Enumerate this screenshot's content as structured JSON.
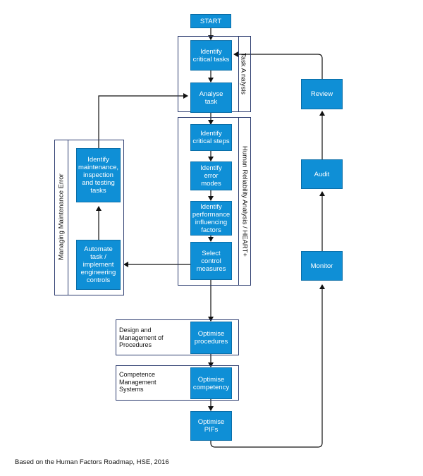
{
  "nodes": {
    "start": "START",
    "identify_critical_tasks": "Identify\ncritical tasks",
    "analyse_task": "Analyse task",
    "identify_critical_steps": "Identify\ncritical steps",
    "identify_error_modes": "Identify error\nmodes",
    "identify_pifs": "Identify\nperformance\ninfluencing\nfactors",
    "select_control_measures": "Select\ncontrol\nmeasures",
    "identify_maintenance_tasks": "Identify\nmaintenance,\ninspection\nand testing\ntasks",
    "automate_task": "Automate\ntask /\nimplement\nengineering\ncontrols",
    "optimise_procedures": "Optimise\nprocedures",
    "optimise_competency": "Optimise\ncompetency",
    "optimise_pifs": "Optimise\nPIFs",
    "review": "Review",
    "audit": "Audit",
    "monitor": "Monitor"
  },
  "groups": {
    "task_analysis": "Task A nalysis",
    "human_reliability": "Human Reliability Analysis / HEART+",
    "managing_maintenance_error": "Managing Maintenance Error",
    "design_management_procedures": "Design and\nManagement of\nProcedures",
    "competence_management": "Competence\nManagement\nSystems"
  },
  "caption": "Based on the Human Factors Roadmap, HSE, 2016",
  "colors": {
    "box_fill": "#0f8fd6",
    "group_border": "#2a3a6e",
    "arrow": "#111111"
  }
}
